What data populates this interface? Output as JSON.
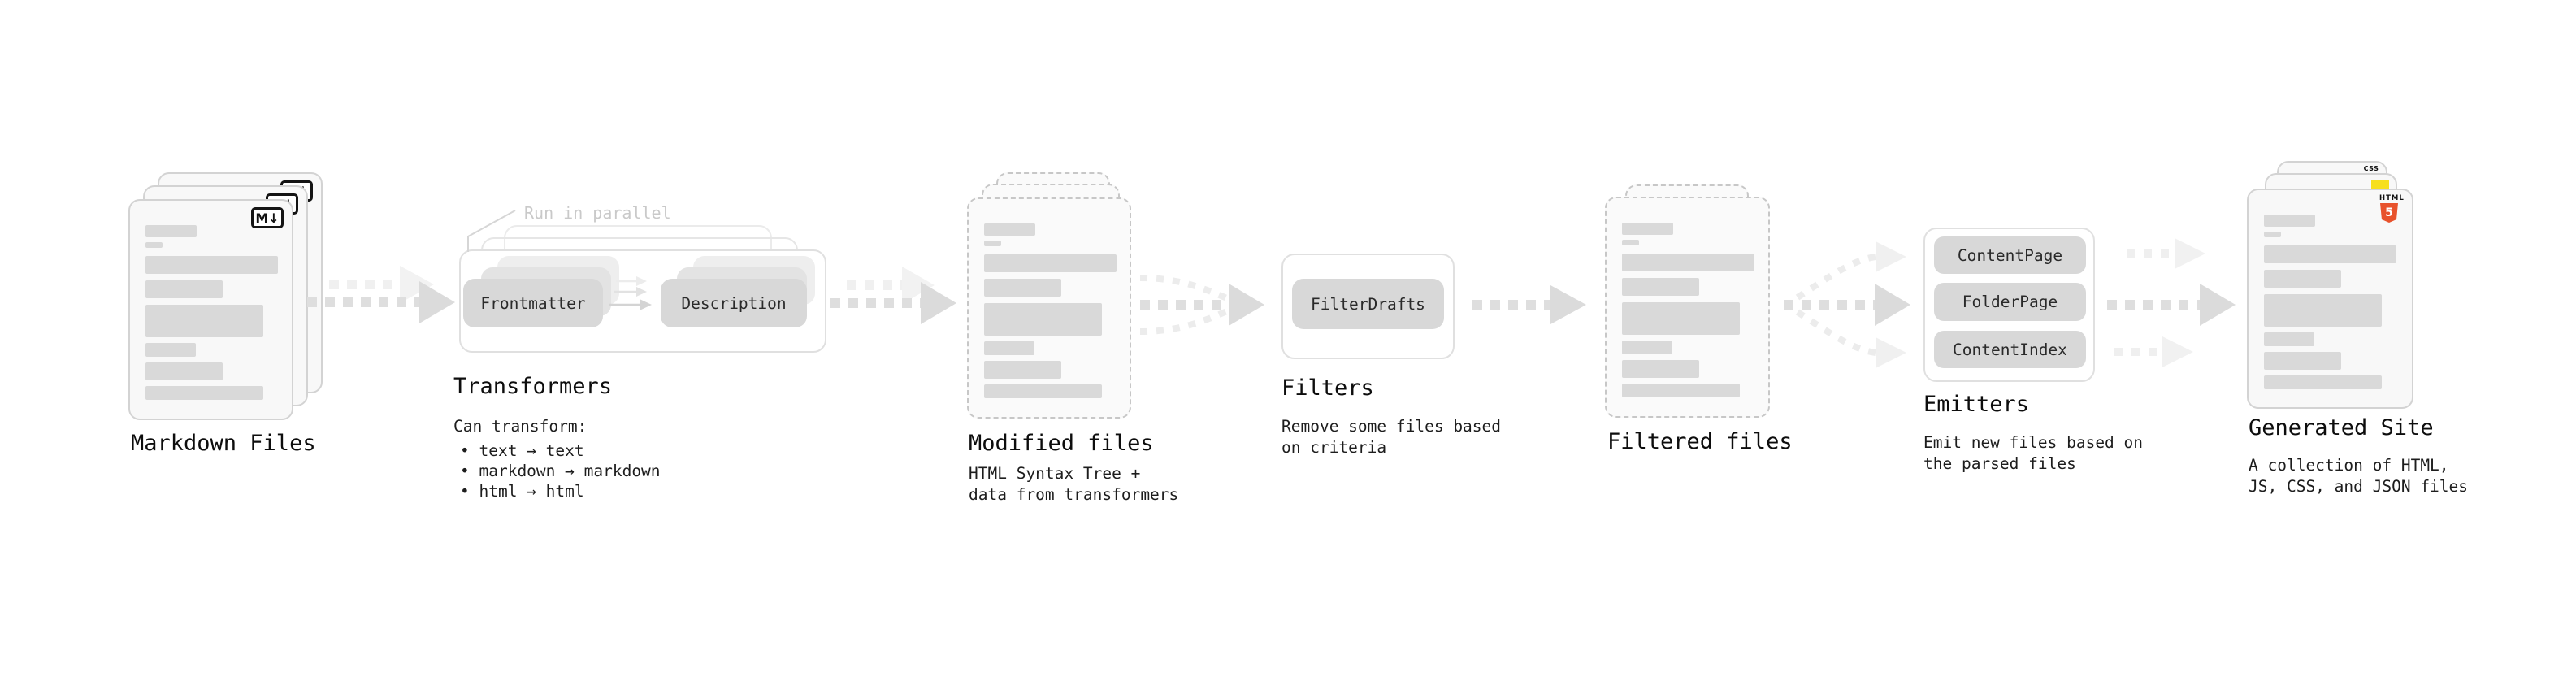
{
  "colors": {
    "background": "#ffffff",
    "doc_fill": "#f8f8f8",
    "pill_fill": "#d8d8d8",
    "arrow_gray": "#dedede",
    "arrow_light": "#efefef",
    "text_dark": "#0d0d0d",
    "annotation_gray": "#c9c9c9",
    "html5_orange": "#e8522c",
    "js_yellow": "#f7df1e",
    "css_blue": "#2b6ff0",
    "markdown_black": "#141414"
  },
  "stages": {
    "markdown": {
      "title": "Markdown Files",
      "badge_label": "M↓"
    },
    "transformers": {
      "title": "Transformers",
      "annotation": "Run in parallel",
      "pill_left": "Frontmatter",
      "pill_right": "Description",
      "desc_heading": "Can transform:",
      "bullets": [
        "• text → text",
        "• markdown → markdown",
        "• html → html"
      ]
    },
    "modified": {
      "title": "Modified files",
      "desc": "HTML Syntax Tree +\ndata from transformers"
    },
    "filters": {
      "title": "Filters",
      "pill": "FilterDrafts",
      "desc": "Remove some files based\non criteria"
    },
    "filtered": {
      "title": "Filtered files"
    },
    "emitters": {
      "title": "Emitters",
      "pills": [
        "ContentPage",
        "FolderPage",
        "ContentIndex"
      ],
      "desc": "Emit new files based on\nthe parsed files"
    },
    "generated": {
      "title": "Generated Site",
      "css_badge": "CSS",
      "html_badge": "HTML",
      "html_badge_number": "5",
      "desc": "A collection of HTML,\nJS, CSS, and JSON files"
    }
  }
}
